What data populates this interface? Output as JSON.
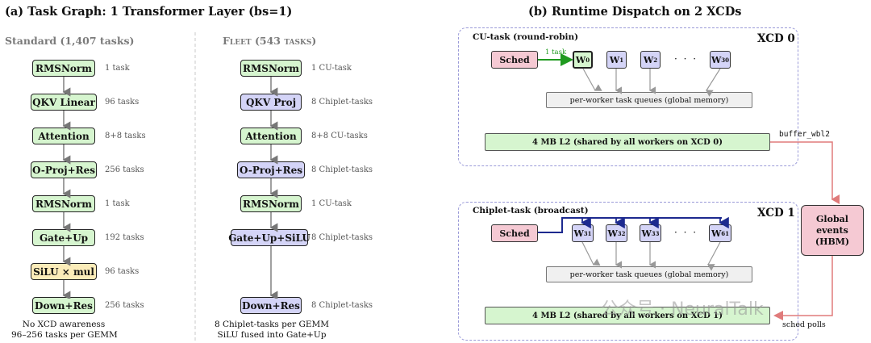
{
  "left_panel": {
    "title": "(a) Task Graph: 1 Transformer Layer (bs=1)",
    "standard": {
      "header": "Standard (1,407 tasks)",
      "nodes": [
        {
          "label": "RMSNorm",
          "count": "1 task"
        },
        {
          "label": "QKV Linear",
          "count": "96 tasks"
        },
        {
          "label": "Attention",
          "count": "8+8 tasks"
        },
        {
          "label": "O-Proj+Res",
          "count": "256 tasks"
        },
        {
          "label": "RMSNorm",
          "count": "1 task"
        },
        {
          "label": "Gate+Up",
          "count": "192 tasks"
        },
        {
          "label": "SiLU × mul",
          "count": "96 tasks"
        },
        {
          "label": "Down+Res",
          "count": "256 tasks"
        }
      ],
      "footer_line1": "No XCD awareness",
      "footer_line2": "96–256 tasks per GEMM"
    },
    "fleet": {
      "header": "Fleet (543 tasks)",
      "nodes": [
        {
          "label": "RMSNorm",
          "count": "1 CU-task"
        },
        {
          "label": "QKV Proj",
          "count": "8 Chiplet-tasks"
        },
        {
          "label": "Attention",
          "count": "8+8 CU-tasks"
        },
        {
          "label": "O-Proj+Res",
          "count": "8 Chiplet-tasks"
        },
        {
          "label": "RMSNorm",
          "count": "1 CU-task"
        },
        {
          "label": "Gate+Up+SiLU",
          "count": "8 Chiplet-tasks"
        },
        {
          "label": "Down+Res",
          "count": "8 Chiplet-tasks"
        }
      ],
      "footer_line1": "8 Chiplet-tasks per GEMM",
      "footer_line2": "SiLU fused into Gate+Up"
    }
  },
  "right_panel": {
    "title": "(b) Runtime Dispatch on 2 XCDs",
    "xcd0": {
      "label": "XCD 0",
      "mode": "CU-task (round-robin)",
      "sched": "Sched",
      "arrow_label": "1 task",
      "workers": [
        "W",
        "W",
        "W",
        "W"
      ],
      "worker_subs": [
        "0",
        "1",
        "2",
        "30"
      ],
      "queue": "per-worker task queues (global memory)",
      "l2": "4 MB L2 (shared by all workers on XCD 0)"
    },
    "xcd1": {
      "label": "XCD 1",
      "mode": "Chiplet-task (broadcast)",
      "sched": "Sched",
      "workers": [
        "W",
        "W",
        "W",
        "W"
      ],
      "worker_subs": [
        "31",
        "32",
        "33",
        "61"
      ],
      "queue": "per-worker task queues (global memory)",
      "l2": "4 MB L2 (shared by all workers on XCD 1)"
    },
    "dots": "· · ·",
    "global_events": [
      "Global",
      "events",
      "(HBM)"
    ],
    "buffer_label": "buffer_wbl2",
    "sched_polls": "sched polls"
  },
  "watermark": "公众号 · NeuralTalk",
  "colors": {
    "green": "#d6f5cf",
    "blue": "#d4d4f7",
    "yellow": "#fbecb9",
    "pink": "#f5c9d3",
    "red_line": "#e07b7b",
    "navy": "#1d2a8f",
    "green_arrow": "#1f9a1f"
  }
}
